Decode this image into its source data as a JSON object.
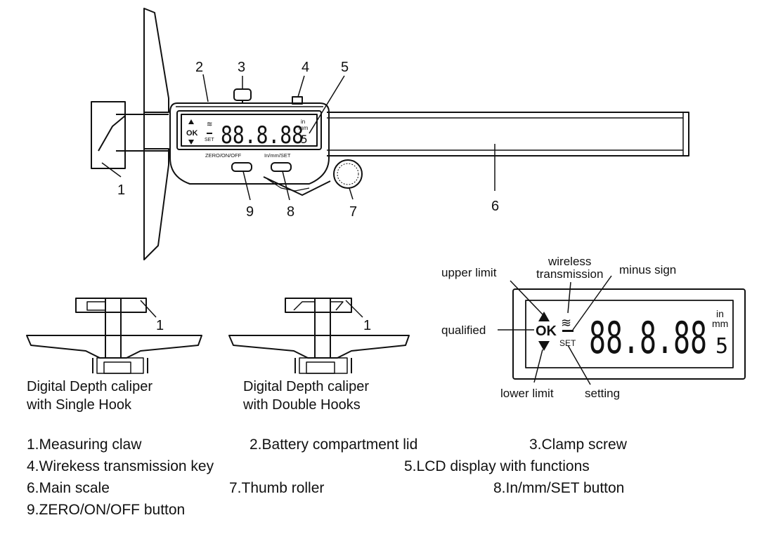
{
  "callouts": {
    "n1": "1",
    "n2": "2",
    "n3": "3",
    "n4": "4",
    "n5": "5",
    "n6": "6",
    "n7": "7",
    "n8": "8",
    "n9": "9"
  },
  "lcd_main": {
    "ok": "OK",
    "set": "SET",
    "digits": "88.8.88",
    "unit_in": "in",
    "unit_mm": "mm",
    "five": "5",
    "btn_zero": "ZERO/ON/OFF",
    "btn_inmm": "In/mm/SET"
  },
  "lcd_detail": {
    "upper_limit": "upper limit",
    "wireless_line1": "wireless",
    "wireless_line2": "transmission",
    "minus_sign": "minus sign",
    "qualified": "qualified",
    "ok": "OK",
    "set": "SET",
    "digits": "88.8.88",
    "unit_in": "in",
    "unit_mm": "mm",
    "five": "5",
    "lower_limit": "lower limit",
    "setting": "setting"
  },
  "variants": {
    "single": {
      "callout": "1",
      "line1": "Digital Depth caliper",
      "line2": "with Single Hook"
    },
    "double": {
      "callout": "1",
      "line1": "Digital Depth caliper",
      "line2": "with Double Hooks"
    }
  },
  "legend": {
    "rows": [
      [
        "1.Measuring claw",
        "2.Battery compartment lid",
        "3.Clamp screw"
      ],
      [
        "4.Wirekess transmission key",
        "5.LCD display with functions"
      ],
      [
        "6.Main scale",
        "7.Thumb roller",
        "8.In/mm/SET button"
      ],
      [
        "9.ZERO/ON/OFF button"
      ]
    ]
  },
  "colors": {
    "ink": "#111111",
    "background": "#ffffff"
  }
}
